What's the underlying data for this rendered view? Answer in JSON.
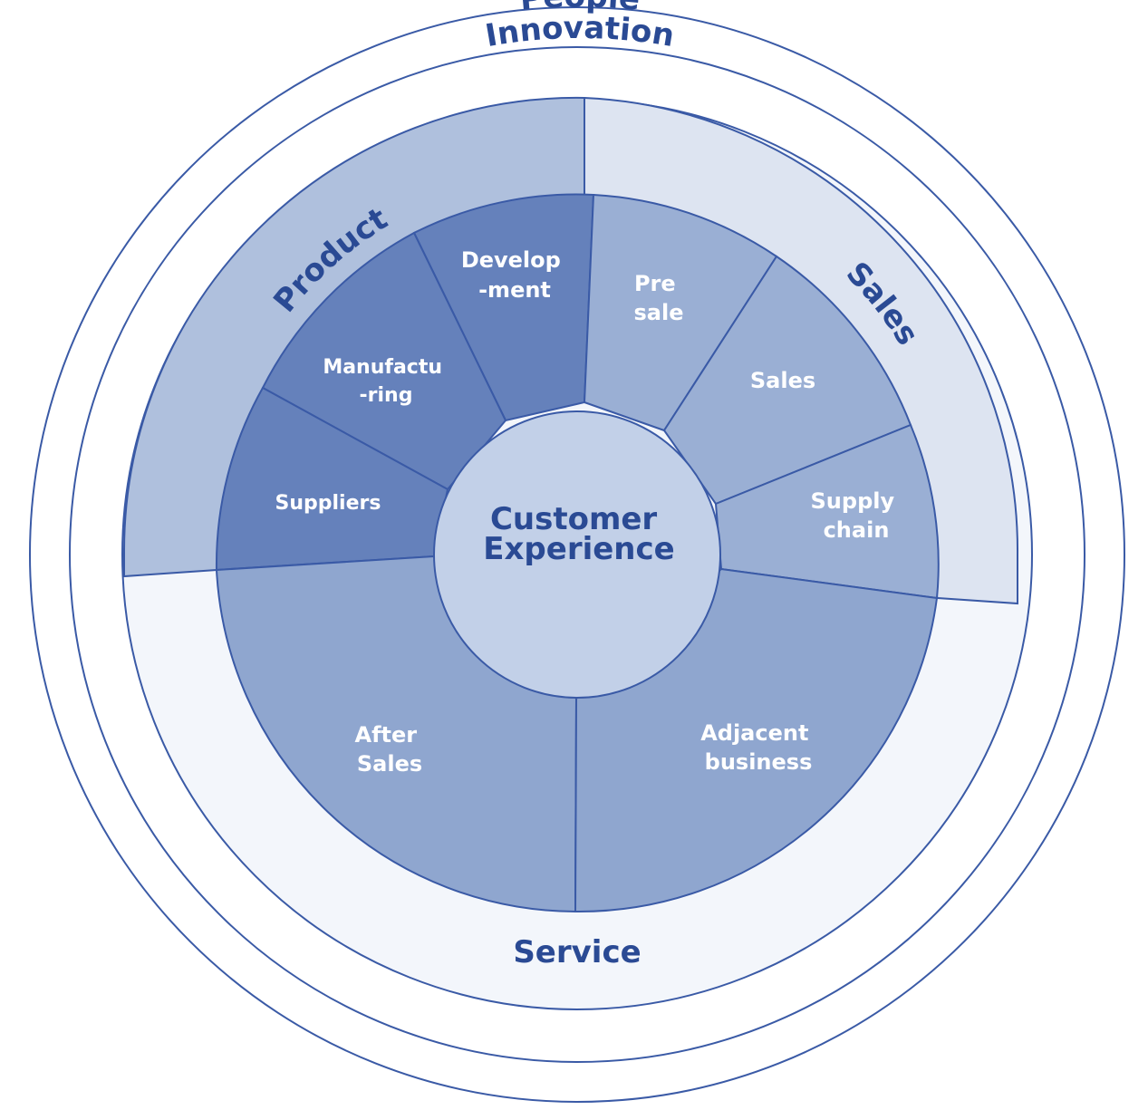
{
  "outer_rings": {
    "people": "People",
    "innovation": "Innovation"
  },
  "quadrants": {
    "product": "Product",
    "sales": "Sales",
    "service": "Service"
  },
  "segments": {
    "development": [
      "Develop",
      "-ment"
    ],
    "manufacturing": [
      "Manufactu",
      "-ring"
    ],
    "suppliers": [
      "Suppliers"
    ],
    "presale": [
      "Pre",
      "sale"
    ],
    "sales": [
      "Sales"
    ],
    "supply_chain": [
      "Supply",
      "chain"
    ],
    "after_sales": [
      "After",
      "Sales"
    ],
    "adjacent_business": [
      "Adjacent",
      "business"
    ]
  },
  "center": [
    "Customer",
    "Experience"
  ],
  "colors": {
    "outline": "#3a5aa6",
    "text_dark": "#2a4a94",
    "product_band": "#afc0dd",
    "sales_band": "#dde4f1",
    "service_band": "#f3f6fb",
    "product_segment": "#6581bb",
    "sales_segment": "#9aafd4",
    "service_segment": "#8fa6cf",
    "center": "#c2d0e8"
  }
}
